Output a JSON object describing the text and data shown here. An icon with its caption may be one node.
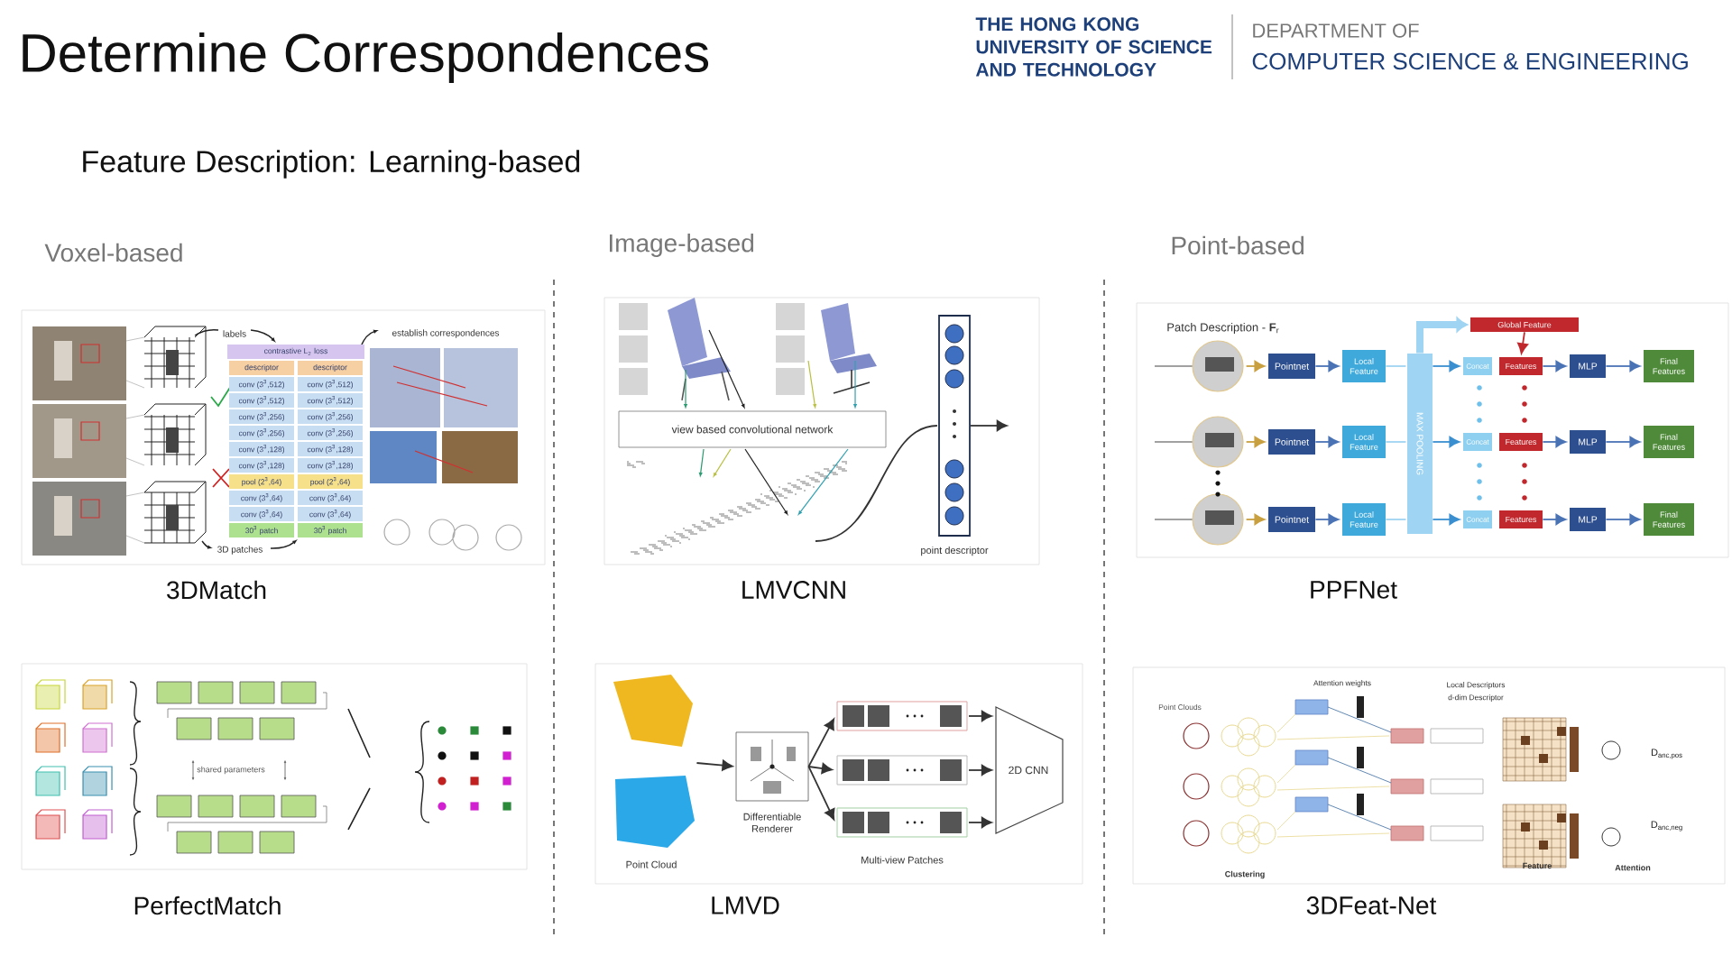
{
  "diagram": {
    "title": "Determine Correspondences",
    "nodes": [
      {
        "text": [],
        "shape": "picture",
        "beside": [
          "3DMatch"
        ]
      },
      {
        "text": [
          "contrastive L$_{2}$ loss"
        ],
        "in": 0
      },
      {
        "text": [
          "descriptor"
        ],
        "in": 0
      },
      {
        "text": [
          "descriptor"
        ],
        "in": 0
      },
      {
        "text": [
          "conv (3$^{3}$,512)"
        ],
        "in": 0
      },
      {
        "text": [
          "conv (3$^{3}$,512)"
        ],
        "in": 0
      },
      {
        "text": [
          "conv (3$^{3}$,512)"
        ],
        "in": 0
      },
      {
        "text": [
          "conv (3$^{3}$,512)"
        ],
        "in": 0
      },
      {
        "text": [
          "conv (3$^{3}$,256)"
        ],
        "in": 0
      },
      {
        "text": [
          "conv (3$^{3}$,256)"
        ],
        "in": 0
      },
      {
        "text": [
          "conv (3$^{3}$,256)"
        ],
        "in": 0
      },
      {
        "text": [
          "conv (3$^{3}$,256)"
        ],
        "in": 0
      },
      {
        "text": [
          "conv (3$^{3}$,128)"
        ],
        "in": 0
      },
      {
        "text": [
          "conv (3$^{3}$,128)"
        ],
        "in": 0
      },
      {
        "text": [
          "conv (3$^{3}$,128)"
        ],
        "in": 0
      },
      {
        "text": [
          "conv (3$^{3}$,128)"
        ],
        "in": 0
      },
      {
        "text": [
          "pool (2$^{3}$,64)"
        ],
        "in": 0
      },
      {
        "text": [
          "pool (2$^{3}$,64)"
        ],
        "in": 0
      },
      {
        "text": [
          "conv (3$^{3}$,64)"
        ],
        "in": 0
      },
      {
        "text": [
          "conv (3$^{3}$,64)"
        ],
        "in": 0
      },
      {
        "text": [
          "conv (3$^{3}$,64)"
        ],
        "in": 0
      },
      {
        "text": [
          "conv (3$^{3}$,64)"
        ],
        "in": 0
      },
      {
        "text": [
          "30$^{3}$ patch"
        ],
        "in": 0
      },
      {
        "text": [
          "30$^{3}$ patch"
        ],
        "in": 0
      },
      {
        "text": [],
        "shape": "picture",
        "beside": [
          "LMVCNN"
        ]
      },
      {
        "text": [
          "view based convolutional network"
        ],
        "in": 24
      },
      {
        "text": [
          "point descriptor"
        ],
        "in": 24
      },
      {
        "text": [],
        "shape": "picture",
        "beside": [
          "PPFNet"
        ]
      },
      {
        "text": [
          "Global Feature"
        ],
        "in": 27
      },
      {
        "text": [
          "Pointnet"
        ],
        "in": 27
      },
      {
        "text": [
          "Local Feature"
        ],
        "in": 27
      },
      {
        "text": [
          "Concat"
        ],
        "in": 27
      },
      {
        "text": [
          "Features"
        ],
        "in": 27
      },
      {
        "text": [
          "MLP"
        ],
        "in": 27
      },
      {
        "text": [
          "Final Features"
        ],
        "in": 27
      },
      {
        "text": [
          "Pointnet"
        ],
        "in": 27
      },
      {
        "text": [
          "Local Feature"
        ],
        "in": 27
      },
      {
        "text": [
          "Concat"
        ],
        "in": 27
      },
      {
        "text": [
          "Features"
        ],
        "in": 27
      },
      {
        "text": [
          "MLP"
        ],
        "in": 27
      },
      {
        "text": [
          "Final Features"
        ],
        "in": 27
      },
      {
        "text": [
          "Pointnet"
        ],
        "in": 27
      },
      {
        "text": [
          "Local Feature"
        ],
        "in": 27
      },
      {
        "text": [
          "Concat"
        ],
        "in": 27
      },
      {
        "text": [
          "Features"
        ],
        "in": 27
      },
      {
        "text": [
          "MLP"
        ],
        "in": 27
      },
      {
        "text": [
          "Final Features"
        ],
        "in": 27
      },
      {
        "text": [
          "MAX POOLING"
        ],
        "in": 27
      },
      {
        "text": [],
        "shape": "picture",
        "beside": [
          "PerfectMatch"
        ]
      },
      {
        "text": [],
        "shape": "picture",
        "beside": [
          "LMVD"
        ]
      },
      {
        "text": [
          "Point Cloud"
        ],
        "in": 49
      },
      {
        "text": [
          "Differentiable Renderer"
        ],
        "in": 49
      },
      {
        "text": [
          "Multi-view Patches"
        ],
        "in": 49
      },
      {
        "text": [
          "2D CNN"
        ],
        "in": 49
      },
      {
        "text": [],
        "shape": "picture",
        "beside": [
          "3DFeat-Net"
        ]
      }
    ],
    "edges": [
      {
        "from": null,
        "to": 29,
        "arrow": "to",
        "color": "#c8a040"
      },
      {
        "from": null,
        "to": 35,
        "arrow": "to",
        "color": "#c8a040"
      },
      {
        "from": null,
        "to": 41,
        "arrow": "to",
        "color": "#c8a040"
      },
      {
        "from": 29,
        "to": 30,
        "arrow": "to"
      },
      {
        "from": 35,
        "to": 36,
        "arrow": "to"
      },
      {
        "from": 41,
        "to": 42,
        "arrow": "to"
      },
      {
        "from": 30,
        "to": 47,
        "arrow": "none",
        "color": "#9fd4f2"
      },
      {
        "from": 36,
        "to": 47,
        "arrow": "none",
        "color": "#9fd4f2"
      },
      {
        "from": 42,
        "to": 47,
        "arrow": "none",
        "color": "#9fd4f2"
      },
      {
        "from": 47,
        "to": 31,
        "arrow": "to",
        "color": "#3a8fd0"
      },
      {
        "from": 47,
        "to": 37,
        "arrow": "to",
        "color": "#3a8fd0"
      },
      {
        "from": 47,
        "to": 43,
        "arrow": "to",
        "color": "#3a8fd0"
      },
      {
        "from": 47,
        "to": 28,
        "arrow": "to",
        "style": "thick",
        "color": "#9fd4f2"
      },
      {
        "from": 28,
        "to": 32,
        "arrow": "to",
        "color": "#c0282d"
      },
      {
        "from": 32,
        "to": 33,
        "arrow": "to"
      },
      {
        "from": 38,
        "to": 39,
        "arrow": "to"
      },
      {
        "from": 44,
        "to": 45,
        "arrow": "to"
      },
      {
        "from": 33,
        "to": 34,
        "arrow": "to"
      },
      {
        "from": 39,
        "to": 40,
        "arrow": "to"
      },
      {
        "from": 45,
        "to": 46,
        "arrow": "to"
      },
      {
        "from": null,
        "to": 26,
        "arrow": "none",
        "color": "#333333"
      },
      {
        "from": 26,
        "to": null,
        "arrow": "to",
        "color": "#333333"
      },
      {
        "from": 50,
        "to": 51,
        "arrow": "to",
        "color": "#333333"
      },
      {
        "from": 51,
        "to": 52,
        "arrow": "to",
        "color": "#333333"
      },
      {
        "from": 51,
        "to": 52,
        "arrow": "to",
        "color": "#333333"
      },
      {
        "from": 51,
        "to": 52,
        "arrow": "to",
        "color": "#333333"
      },
      {
        "from": 52,
        "to": 53,
        "arrow": "to",
        "color": "#333333"
      },
      {
        "from": 52,
        "to": 53,
        "arrow": "to",
        "color": "#333333"
      },
      {
        "from": 52,
        "to": 53,
        "arrow": "to",
        "color": "#333333"
      }
    ],
    "labels": [
      "THE HONG KONG UNIVERSITY OF SCIENCE AND TECHNOLOGY",
      "DEPARTMENT OF",
      "COMPUTER SCIENCE & ENGINEERING",
      "Feature Description: Learning-based",
      "Voxel-based",
      "Image-based",
      "Point-based",
      "labels",
      "establish correspondences",
      "3D patches",
      "Patch Description - **F**$_{r}$",
      "shared parameters",
      "Point Clouds",
      "Attention weights",
      "Local Descriptors",
      "d-dim Descriptor",
      "Clustering",
      "Feature",
      "Attention",
      "D$_{anc,pos}$",
      "D$_{anc,neg}$"
    ]
  }
}
